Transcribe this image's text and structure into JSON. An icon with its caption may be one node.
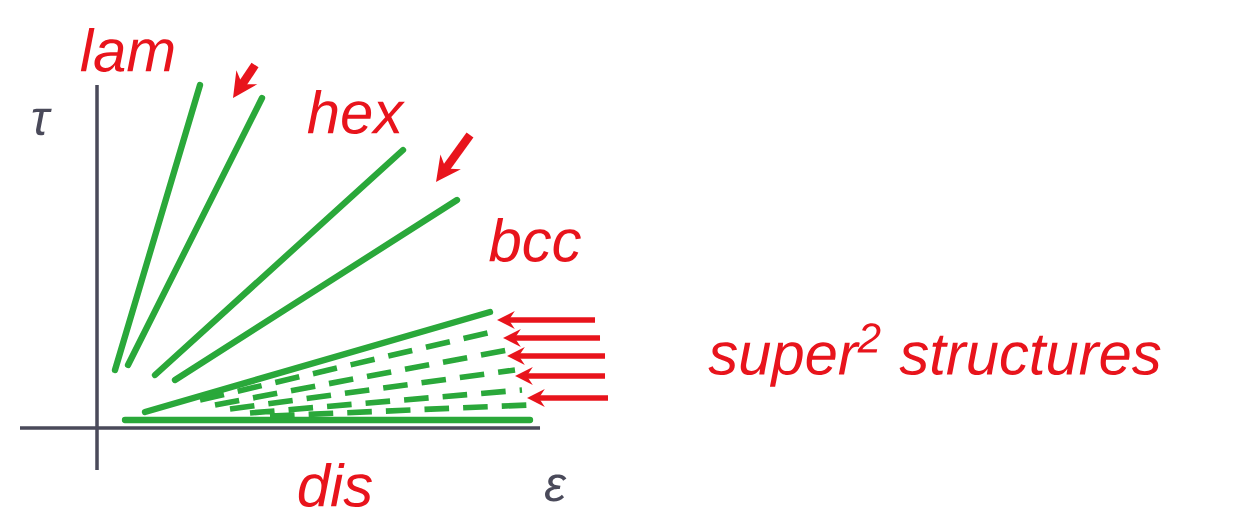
{
  "diagram": {
    "labels": [
      "lam",
      "hex",
      "bcc",
      "super$^{2}$ structures",
      "τ",
      "ε",
      "dis"
    ]
  }
}
